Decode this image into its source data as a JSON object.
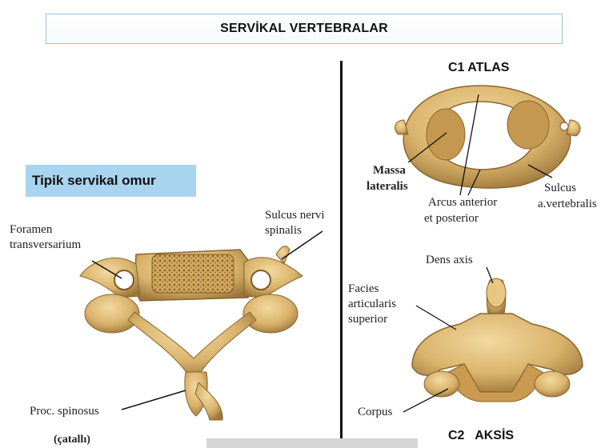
{
  "title": "SERVİKAL VERTEBRALAR",
  "typical": {
    "heading": "Tipik servikal omur",
    "labels": {
      "foramen_1": "Foramen",
      "foramen_2": "transversarium",
      "sulcus_1": "Sulcus nervi",
      "sulcus_2": "spinalis",
      "proc": "Proc. spinosus",
      "catalli": "(çatallı)"
    }
  },
  "atlas": {
    "heading": "C1 ATLAS",
    "labels": {
      "massa_1": "Massa",
      "massa_2": "lateralis",
      "arcus_1": "Arcus anterior",
      "arcus_2": "et posterior",
      "sulcus_1": "Sulcus",
      "sulcus_2": "a.vertebralis"
    }
  },
  "axis": {
    "heading": "C2   AKSİS",
    "labels": {
      "dens": "Dens axis",
      "facies_1": "Facies",
      "facies_2": "articularis",
      "facies_3": "superior",
      "corpus": "Corpus"
    }
  },
  "colors": {
    "bone": "#d9b36b",
    "bone_dark": "#a07a3a",
    "highlight": "#a9d4ef"
  }
}
